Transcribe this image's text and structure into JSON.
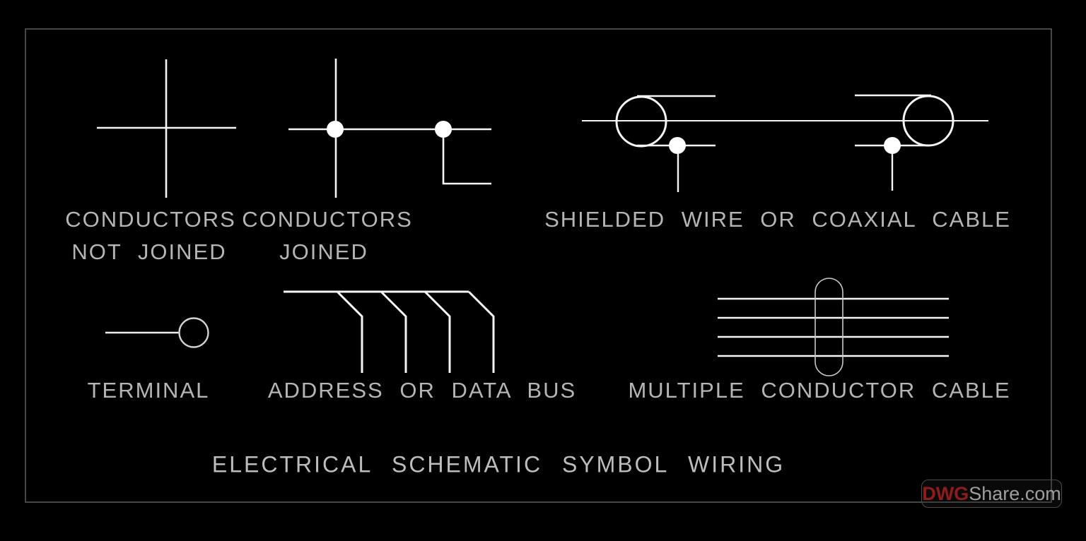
{
  "canvas": {
    "background_color": "#000000",
    "border_color": "#5f5f5f",
    "line_color": "#f5f5f5",
    "text_color": "#b5b5b5"
  },
  "labels": {
    "conductors_not_joined_line1": "CONDUCTORS",
    "conductors_not_joined_line2": "NOT JOINED",
    "conductors_joined_line1": "CONDUCTORS",
    "conductors_joined_line2": "JOINED",
    "shielded_wire": "SHIELDED WIRE OR COAXIAL CABLE",
    "terminal": "TERMINAL",
    "address_bus": "ADDRESS OR DATA BUS",
    "multiple_conductor": "MULTIPLE CONDUCTOR CABLE",
    "title": "ELECTRICAL SCHEMATIC SYMBOL WIRING"
  },
  "symbols": [
    {
      "name": "conductors-not-joined-symbol",
      "description": "crossing lines without junction dot"
    },
    {
      "name": "conductors-joined-symbol",
      "description": "crossing lines with junction dots"
    },
    {
      "name": "shielded-wire-coaxial-symbol",
      "description": "two shield circles with grounded junction dots"
    },
    {
      "name": "terminal-symbol",
      "description": "line ending in open circle"
    },
    {
      "name": "address-data-bus-symbol",
      "description": "bus line with four angled branch lines"
    },
    {
      "name": "multiple-conductor-cable-symbol",
      "description": "four conductors through cable loop"
    }
  ],
  "watermark": {
    "prefix": "DWG",
    "suffix": "Share.com",
    "prefix_color": "#8e1c1c",
    "suffix_color": "#9e9e9e"
  }
}
